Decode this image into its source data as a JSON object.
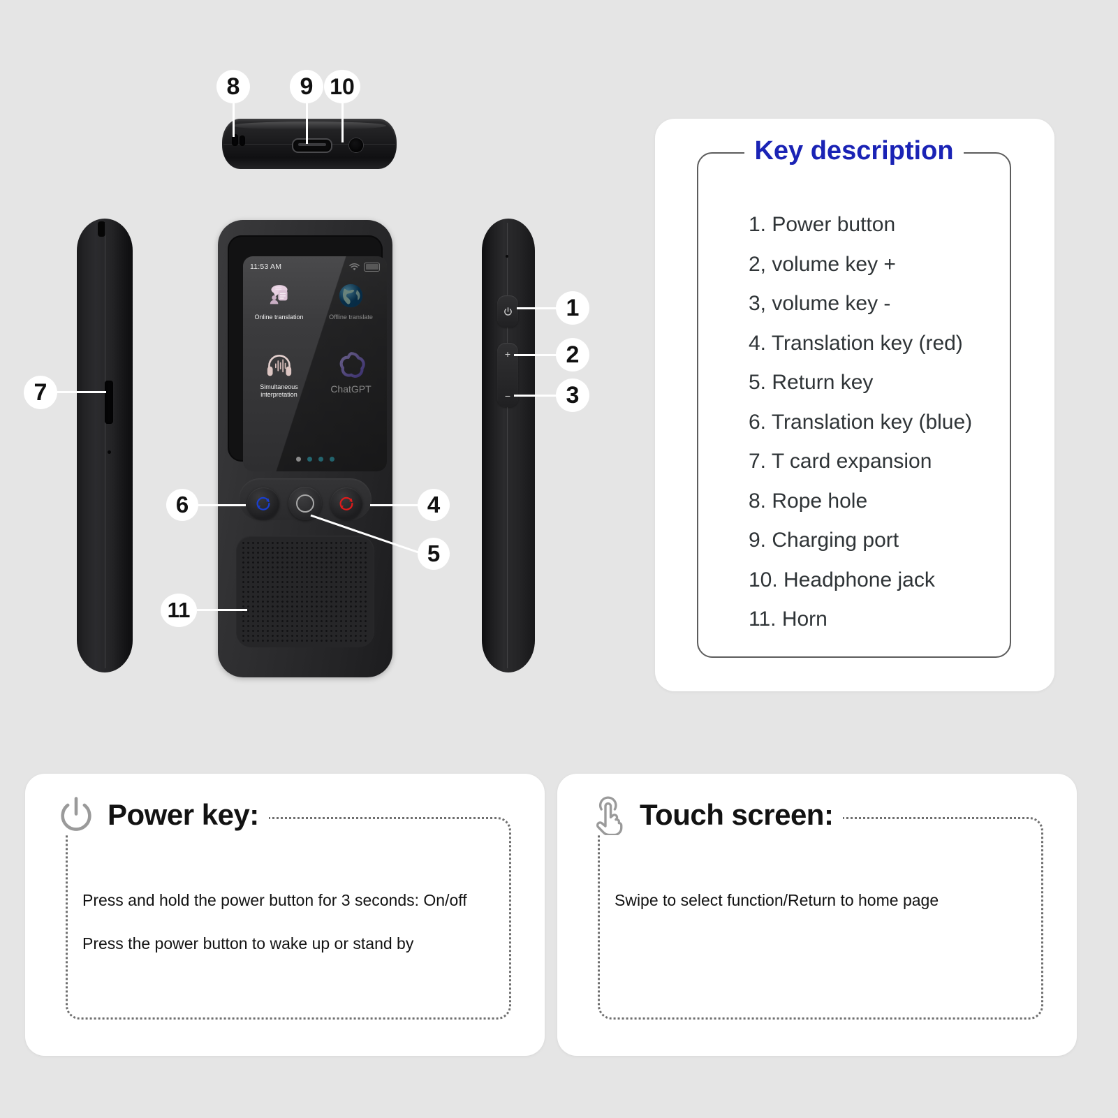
{
  "background_color": "#e5e5e5",
  "device": {
    "screen": {
      "time": "11:53 AM",
      "wifi_icon": "wifi-icon",
      "battery_icon": "battery-icon",
      "apps": [
        {
          "label": "Online translation",
          "icon": "online-translation-icon"
        },
        {
          "label": "Offline translate",
          "icon": "globe-icon"
        },
        {
          "label": "Simultaneous interpretation",
          "icon": "headphones-icon"
        },
        {
          "label": "ChatGPT",
          "icon": "chatgpt-icon"
        }
      ],
      "page_dots": {
        "count": 4,
        "active_index": 0,
        "active_color": "#f5f5f5",
        "inactive_color": "#3fb6c8"
      }
    },
    "front_buttons": {
      "blue_translation": {
        "icon": "circular-arrow-icon",
        "color": "#1a3fd0"
      },
      "return": {
        "icon": "ring-icon",
        "color": "#a8a8a8"
      },
      "red_translation": {
        "icon": "circular-arrow-icon",
        "color": "#e01b1b"
      }
    },
    "side_keys": {
      "power": {
        "icon": "power-icon"
      },
      "volume_up": {
        "glyph": "+"
      },
      "volume_down": {
        "glyph": "−"
      }
    }
  },
  "callouts": [
    {
      "number": "1",
      "target": "power-button"
    },
    {
      "number": "2",
      "target": "volume-key-plus"
    },
    {
      "number": "3",
      "target": "volume-key-minus"
    },
    {
      "number": "4",
      "target": "translation-key-red"
    },
    {
      "number": "5",
      "target": "return-key"
    },
    {
      "number": "6",
      "target": "translation-key-blue"
    },
    {
      "number": "7",
      "target": "t-card-expansion"
    },
    {
      "number": "8",
      "target": "rope-hole"
    },
    {
      "number": "9",
      "target": "charging-port"
    },
    {
      "number": "10",
      "target": "headphone-jack"
    },
    {
      "number": "11",
      "target": "horn"
    }
  ],
  "key_description": {
    "title": "Key description",
    "title_color": "#1a23b5",
    "items": [
      "1. Power button",
      "2, volume key +",
      "3, volume key -",
      "4. Translation key (red)",
      "5. Return key",
      "6. Translation key (blue)",
      "7. T card expansion",
      "8. Rope hole",
      "9. Charging port",
      "10. Headphone jack",
      "11. Horn"
    ]
  },
  "power_key_card": {
    "icon": "power-icon",
    "title": "Power key:",
    "lines": [
      "Press and hold the power button for 3 seconds: On/off",
      "Press the power button to wake up or stand by"
    ]
  },
  "touch_screen_card": {
    "icon": "touch-hand-icon",
    "title": "Touch screen:",
    "lines": [
      "Swipe to select function/Return to home page"
    ]
  }
}
